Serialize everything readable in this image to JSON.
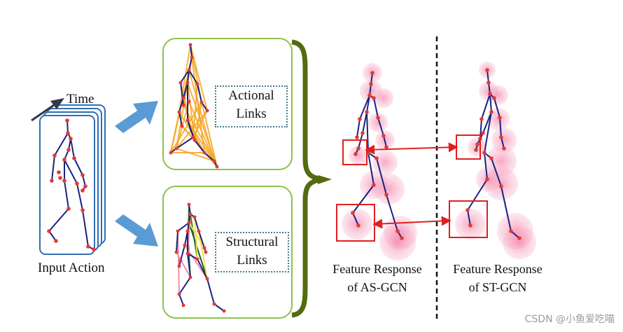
{
  "input": {
    "time_label": "Time",
    "caption": "Input Action"
  },
  "links": {
    "actional": [
      "Actional",
      "Links"
    ],
    "structural": [
      "Structural",
      "Links"
    ]
  },
  "outputs": {
    "as_gcn": [
      "Feature Response",
      "of AS-GCN"
    ],
    "st_gcn": [
      "Feature Response",
      "of ST-GCN"
    ]
  },
  "watermark": "CSDN @小鱼爱吃喵",
  "colors": {
    "skeleton_bone": "#1a237e",
    "joint": "#e53935",
    "panel_border": "#8bc34a",
    "arrow_blue": "#5b9bd5",
    "brace": "#556b0f",
    "actional_link": "#f5a623",
    "structural_link": "#2e7d32",
    "highlight_box": "#e02020",
    "response_glow": "#f48fb1"
  }
}
